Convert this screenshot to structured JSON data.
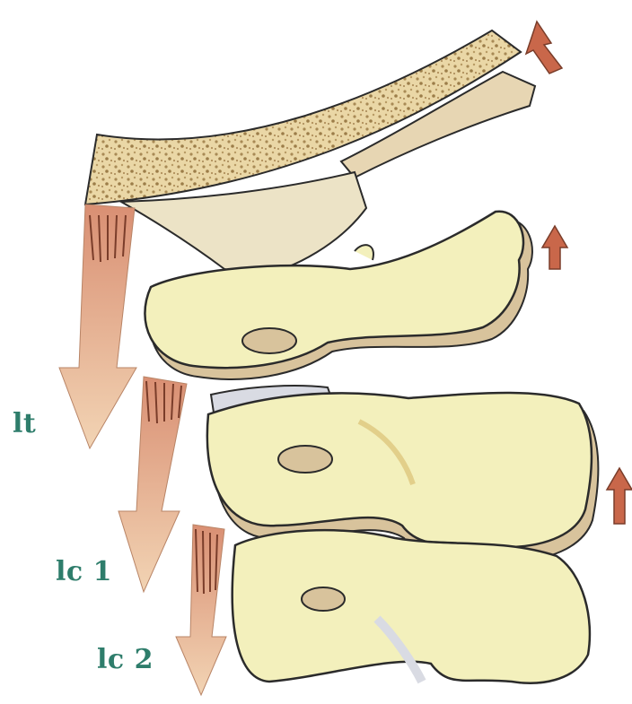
{
  "labels": {
    "lt": "lt",
    "lc1": "lc 1",
    "lc2": "lc 2"
  },
  "colors": {
    "bone": "#f3f0bc",
    "bone_shadow": "#d8c39c",
    "bone_outline": "#2b2b2b",
    "skull_bone": "#e9ddb9",
    "spongy": "#ead7a6",
    "muscle_arrow": "#e9b895",
    "lift_arrow": "#c9674a",
    "disc": "#d9dbe3",
    "label": "#2e7d6b"
  }
}
